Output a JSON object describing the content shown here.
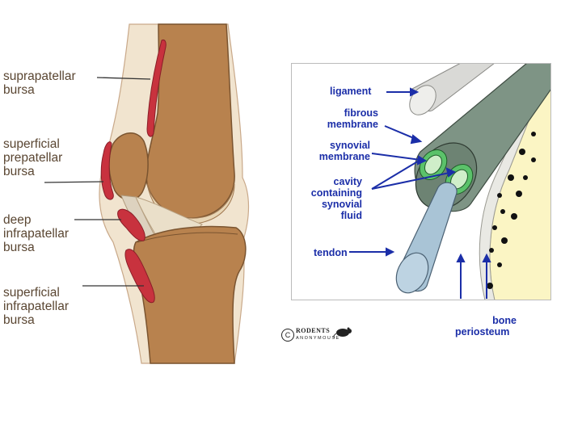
{
  "knee_diagram": {
    "labels": {
      "suprapatellar": "suprapatellar\nbursa",
      "superficial_prepatellar": "superficial\nprepatellar\nbursa",
      "deep_infrapatellar": "deep\ninfrapatellar\nbursa",
      "superficial_infrapatellar": "superficial\ninfrapatellar\nbursa"
    }
  },
  "bursa_diagram": {
    "labels": {
      "ligament": "ligament",
      "fibrous_membrane": "fibrous\nmembrane",
      "synovial_membrane": "synovial\nmembrane",
      "cavity": "cavity\ncontaining\nsynovial\nfluid",
      "tendon": "tendon",
      "bone": "bone",
      "periosteum": "periosteum"
    },
    "credit": {
      "symbol": "C",
      "brand_top": "RODENTS",
      "brand_bottom": "ANONYMOUSE"
    }
  },
  "colors": {
    "bone": "#b8824e",
    "bursa": "#c8323e",
    "label_brown": "#5a4632",
    "label_blue": "#1b2ea8",
    "tendon": "#a9c4d6",
    "fibrous": "#7e9485",
    "synovial": "#5bc26a",
    "bone_yellow": "#fbf5c4"
  }
}
